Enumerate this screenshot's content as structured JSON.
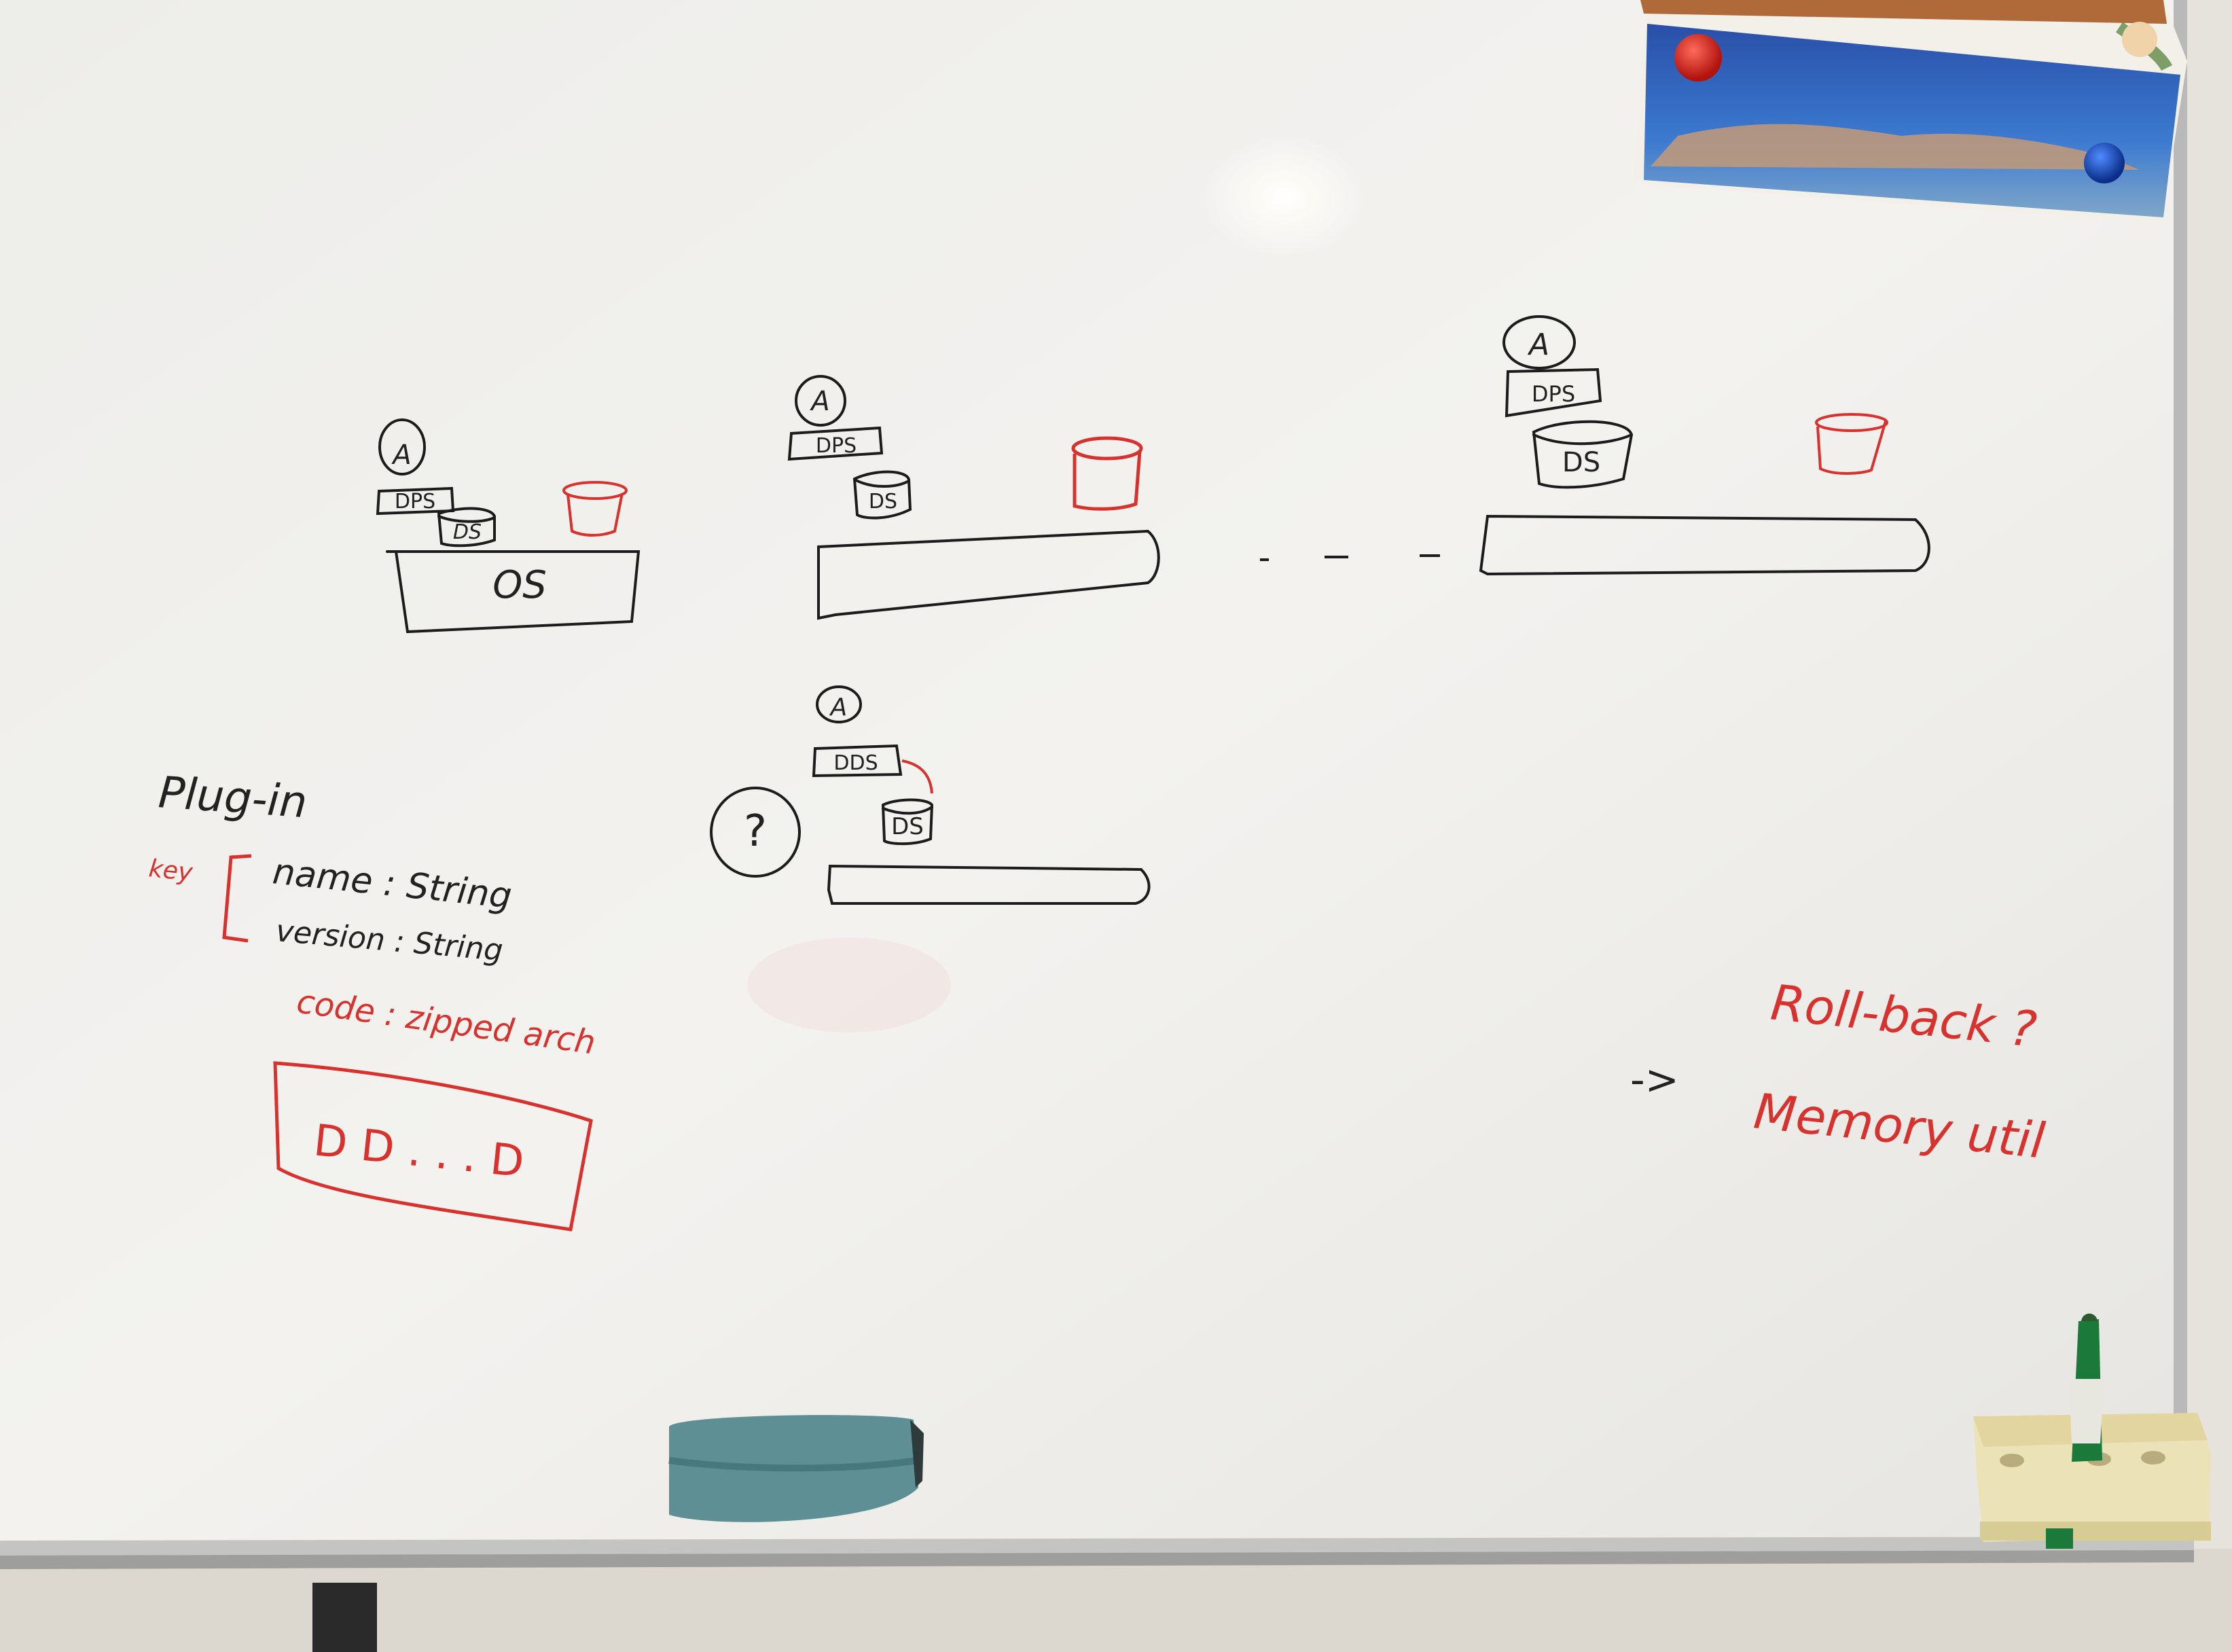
{
  "scene": {
    "colors": {
      "board": "#ecebe8",
      "frame": "#b8b8b8",
      "marker_black": "#1c1c1c",
      "marker_red": "#d8322e",
      "eraser": "#5f9397",
      "pen_green": "#1b7a3a",
      "tray": "#ece2b8"
    },
    "icons": [
      "whiteboard",
      "magnet",
      "postcard",
      "eraser",
      "marker-pen",
      "pen-tray"
    ]
  },
  "stacks": {
    "left": {
      "app": "A",
      "dps": "DPS",
      "ds": "DS",
      "base": "OS"
    },
    "middle": {
      "app": "A",
      "dps": "DPS",
      "ds": "DS"
    },
    "right": {
      "app": "A",
      "dps": "DPS",
      "ds": "DS"
    },
    "lower": {
      "app": "A",
      "dps": "DDS",
      "ds": "DS",
      "question": "?"
    },
    "ellipsis": "- - -"
  },
  "plugin": {
    "title": "Plug-in",
    "key_label": "key",
    "fields": [
      "name : String",
      "version : String"
    ],
    "code_label": "code : zipped arch",
    "code_box": "D D . . . D"
  },
  "todo": {
    "items": [
      "Roll-back ?",
      "Memory util"
    ],
    "arrow": "->"
  }
}
